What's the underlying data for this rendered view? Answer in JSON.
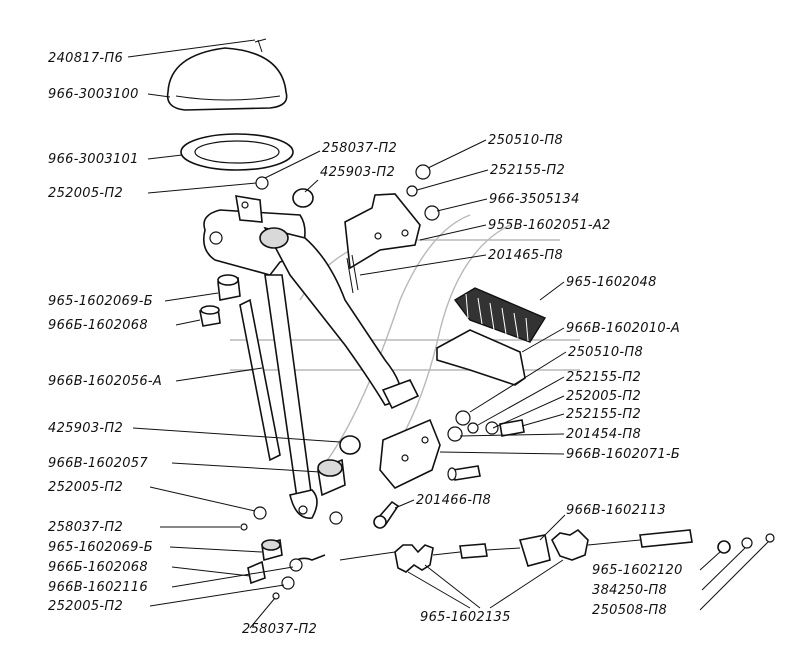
{
  "labels": {
    "l01": "240817-П6",
    "l02": "966-3003100",
    "l03": "966-3003101",
    "l04": "258037-П2",
    "l05": "425903-П2",
    "l06": "252005-П2",
    "l07": "250510-П8",
    "l08": "252155-П2",
    "l09": "966-3505134",
    "l10": "955В-1602051-А2",
    "l11": "201465-П8",
    "l12": "965-1602048",
    "l13": "965-1602069-Б",
    "l14": "966Б-1602068",
    "l15": "966В-1602010-А",
    "l16": "250510-П8",
    "l17": "966В-1602056-А",
    "l18": "252155-П2",
    "l19": "252005-П2",
    "l20": "252155-П2",
    "l21": "425903-П2",
    "l22": "201454-П8",
    "l23": "966В-1602071-Б",
    "l24": "966В-1602057",
    "l25": "252005-П2",
    "l26": "201466-П8",
    "l27": "966В-1602113",
    "l28": "258037-П2",
    "l29": "965-1602069-Б",
    "l30": "966Б-1602068",
    "l31": "966В-1602116",
    "l32": "965-1602120",
    "l33": "384250-П8",
    "l34": "252005-П2",
    "l35": "965-1602135",
    "l36": "250508-П8",
    "l37": "258037-П2"
  }
}
